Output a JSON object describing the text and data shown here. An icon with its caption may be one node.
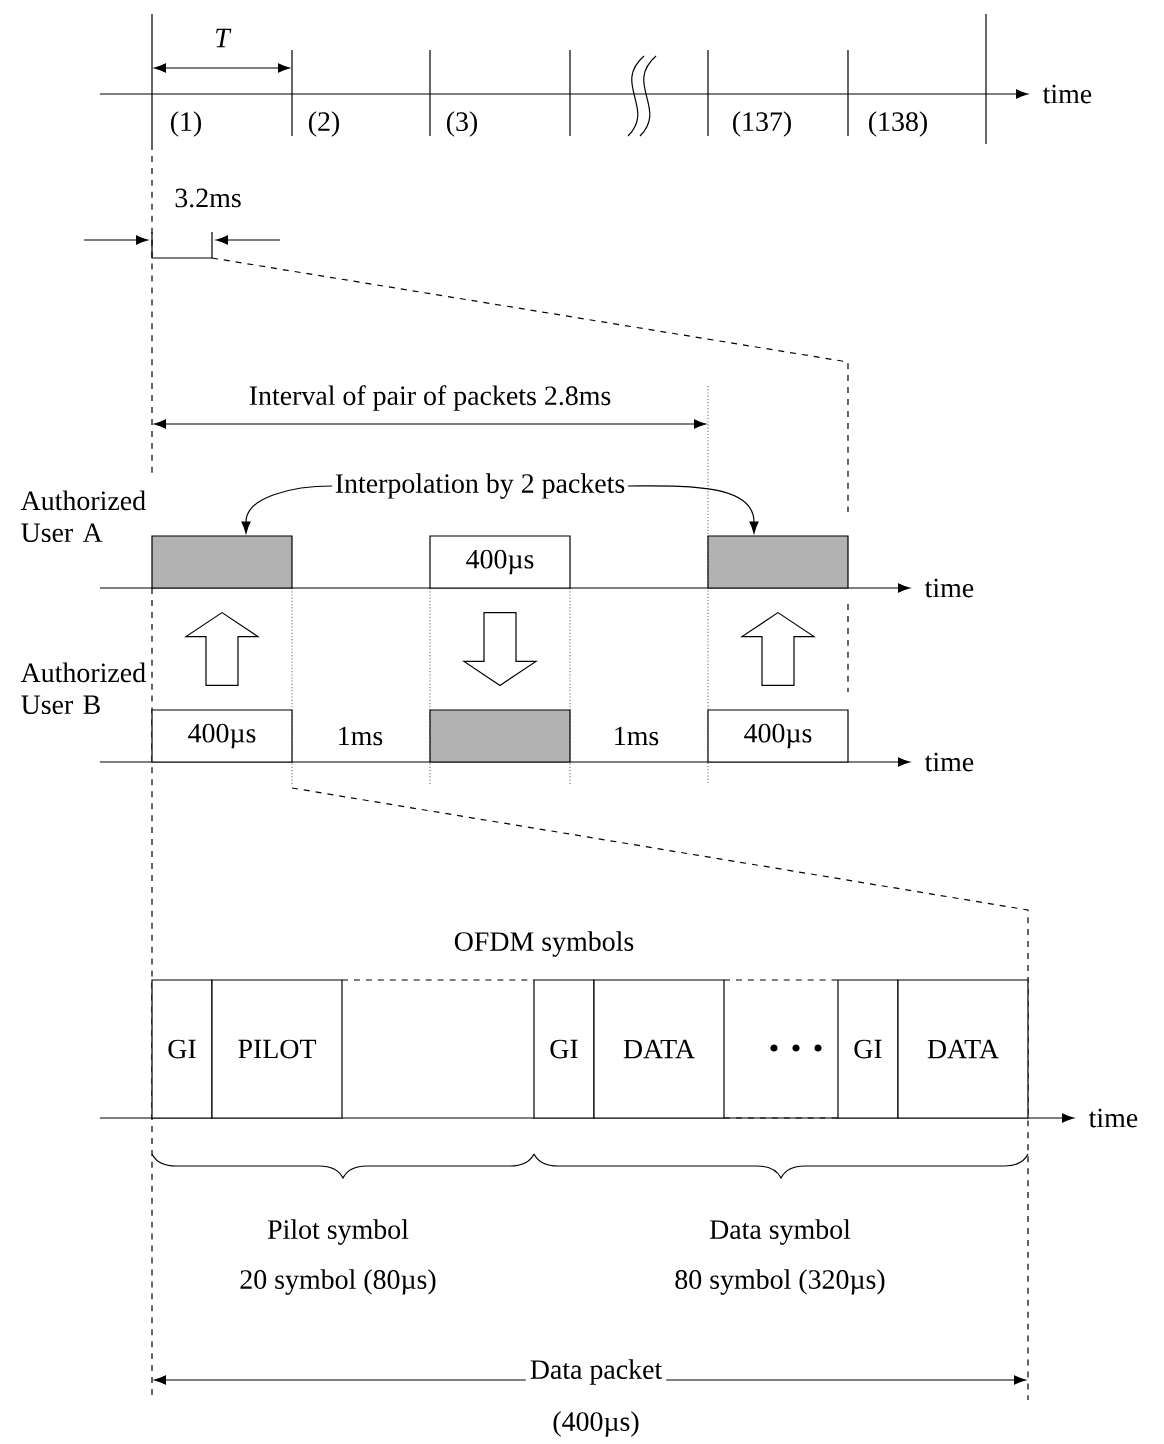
{
  "diagram": {
    "nodes": [
      {
        "text": [
          "Interpolation by 2 packets"
        ]
      },
      {
        "text": [],
        "shape": "box"
      },
      {
        "text": [
          "400µs"
        ]
      },
      {
        "text": [],
        "shape": "box"
      },
      {
        "text": [
          "400µs"
        ]
      },
      {
        "text": [],
        "shape": "box"
      },
      {
        "text": [
          "400µs"
        ]
      },
      {
        "text": [
          "GI"
        ]
      },
      {
        "text": [
          "PILOT"
        ]
      },
      {
        "text": [
          "GI"
        ]
      },
      {
        "text": [
          "DATA"
        ]
      },
      {
        "text": [
          "GI"
        ]
      },
      {
        "text": [
          "DATA"
        ]
      }
    ],
    "edges": [
      {
        "from": 0,
        "to": 1,
        "arrow": "to"
      },
      {
        "from": 0,
        "to": 3,
        "arrow": "to"
      },
      {
        "from": 4,
        "to": 1,
        "arrow": "to"
      },
      {
        "from": 2,
        "to": 5,
        "arrow": "to"
      },
      {
        "from": 6,
        "to": 3,
        "arrow": "to"
      }
    ],
    "labels": [
      "T",
      "(1)",
      "(2)",
      "(3)",
      "(137)",
      "(138)",
      "time",
      "3.2ms",
      "Interval of pair of packets 2.8ms",
      "Authorized User A",
      "time",
      "Authorized User B",
      "1ms",
      "1ms",
      "time",
      "OFDM symbols",
      "time",
      "Pilot symbol",
      "20 symbol (80µs)",
      "Data symbol",
      "80 symbol (320µs)",
      "Data packet",
      "(400µs)"
    ]
  }
}
